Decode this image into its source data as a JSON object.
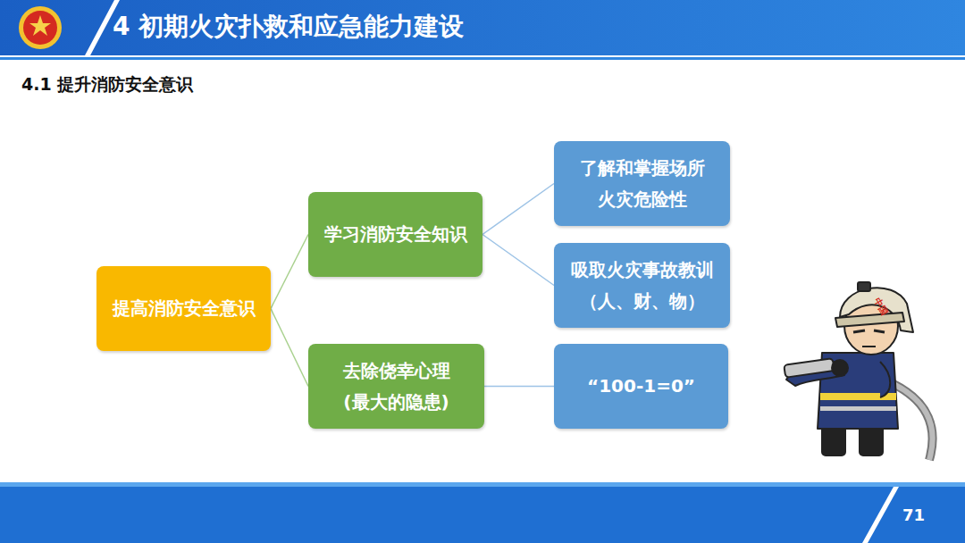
{
  "diagram": {
    "title": "4 初期火灾扑救和应急能力建设",
    "nodes": [
      {
        "text": [
          "提高消防安全意识"
        ]
      },
      {
        "text": [
          "学习消防安全知识"
        ]
      },
      {
        "text": [
          "去除侥幸心理 (最大的隐患)"
        ]
      },
      {
        "text": [
          "了解和掌握场所火灾危险性"
        ]
      },
      {
        "text": [
          "吸取火灾事故教训 （人、财、物）"
        ]
      },
      {
        "text": [
          "“100-1=0”"
        ]
      }
    ],
    "edges": [
      {
        "from": 0,
        "to": 1,
        "arrow": "none"
      },
      {
        "from": 0,
        "to": 2,
        "arrow": "none"
      },
      {
        "from": 1,
        "to": 3,
        "arrow": "none"
      },
      {
        "from": 1,
        "to": 4,
        "arrow": "none"
      },
      {
        "from": 2,
        "to": 5,
        "arrow": "none"
      }
    ],
    "labels": [
      "4.1 提升消防安全意识",
      "71",
      "中国"
    ]
  }
}
